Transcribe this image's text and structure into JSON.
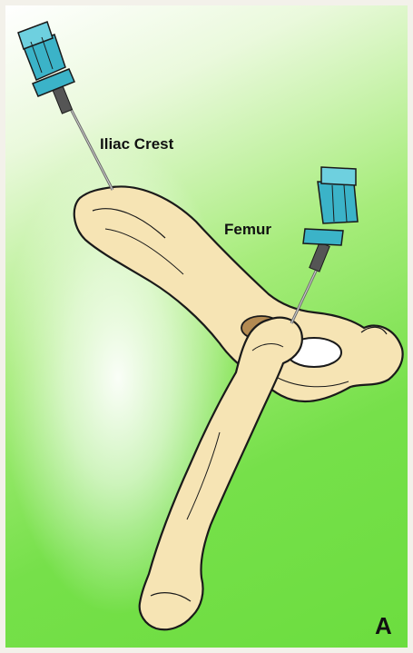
{
  "labels": {
    "iliac_crest": "Iliac Crest",
    "femur": "Femur",
    "panel_letter": "A"
  },
  "colors": {
    "bone": "#f6e4b4",
    "bone_outline": "#1a1a1a",
    "needle_hub": "#3bb3c8",
    "background_green": "#76e04a"
  }
}
